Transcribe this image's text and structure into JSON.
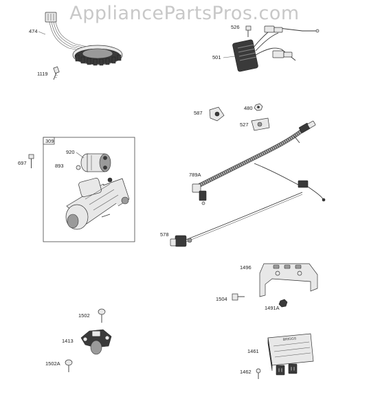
{
  "watermark": "AppliancePartsPros.com",
  "group_box_label": "309",
  "chip_text": "BRIGGS",
  "parts": {
    "p474": "474",
    "p1119": "1119",
    "p526": "526",
    "p501": "501",
    "p587": "587",
    "p480": "480",
    "p527": "527",
    "p920": "920",
    "p893": "893",
    "p697": "697",
    "p789A": "789A",
    "p578": "578",
    "p1496": "1496",
    "p1504": "1504",
    "p1491A": "1491A",
    "p1502": "1502",
    "p1413": "1413",
    "p1502A": "1502A",
    "p1461": "1461",
    "p1462": "1462"
  }
}
